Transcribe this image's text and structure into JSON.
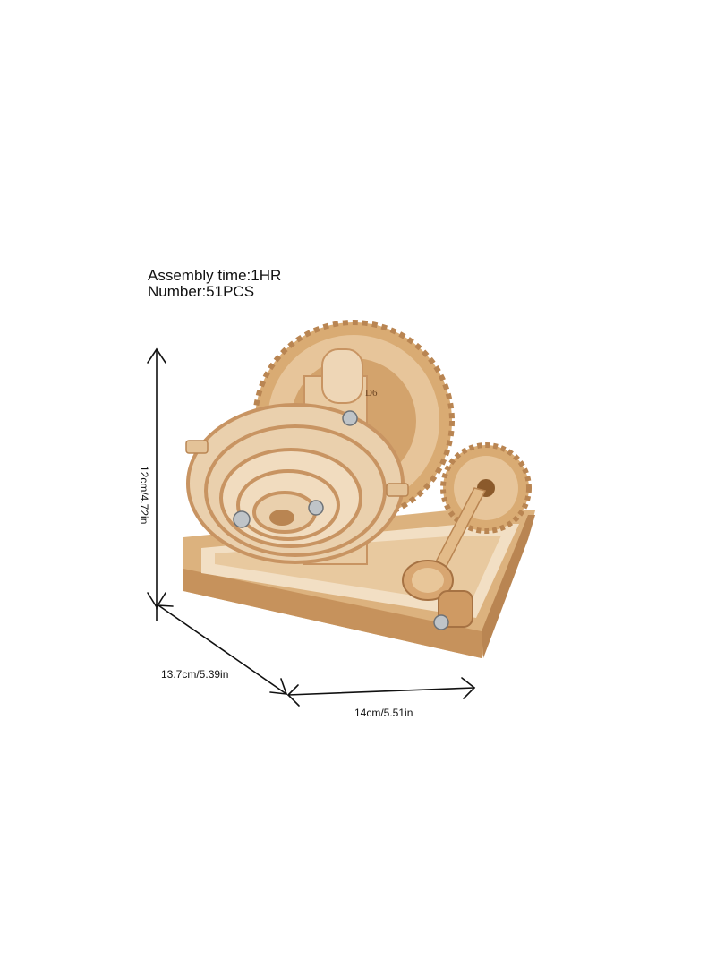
{
  "specs": {
    "assembly_time": "Assembly time:1HR",
    "number": "Number:51PCS"
  },
  "dimensions": {
    "height": "12cm/4.72in",
    "depth": "13.7cm/5.39in",
    "width": "14cm/5.51in"
  },
  "product": {
    "part_label": "D6",
    "wood_color": "#e7c59a",
    "wood_dark": "#b98552"
  }
}
